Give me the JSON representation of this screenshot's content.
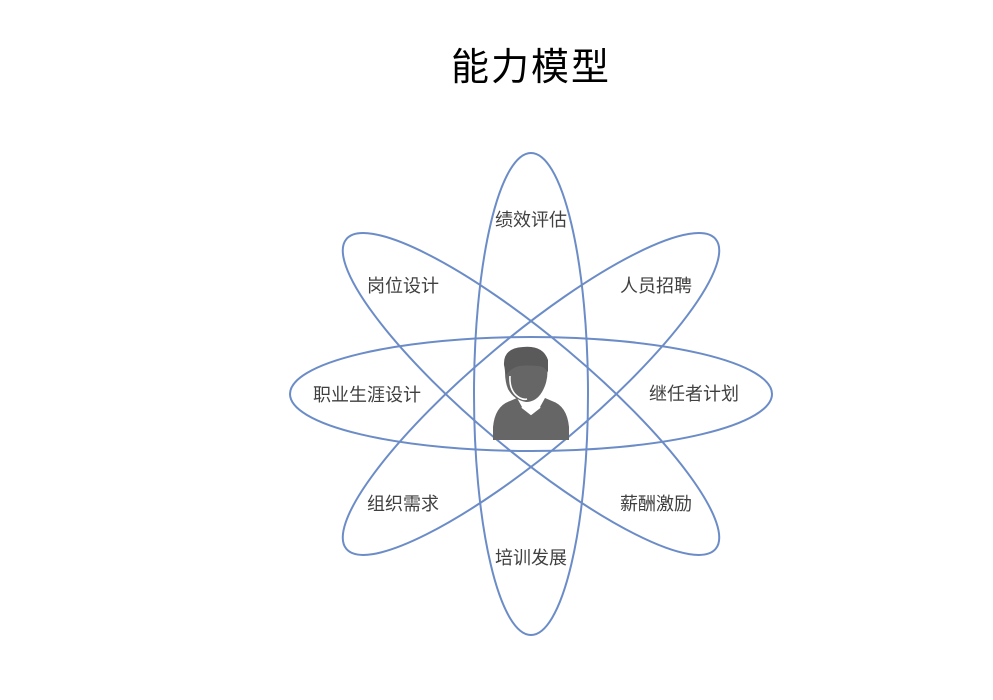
{
  "title": "能力模型",
  "colors": {
    "ellipse_stroke": "#6B8CC7",
    "person_fill": "#666666",
    "label_text": "#404040"
  },
  "center_icon": "person-icon",
  "labels": {
    "top": "绩效评估",
    "top_left": "岗位设计",
    "top_right": "人员招聘",
    "left": "职业生涯设计",
    "right": "继任者计划",
    "bottom_left": "组织需求",
    "bottom_right": "薪酬激励",
    "bottom": "培训发展"
  }
}
